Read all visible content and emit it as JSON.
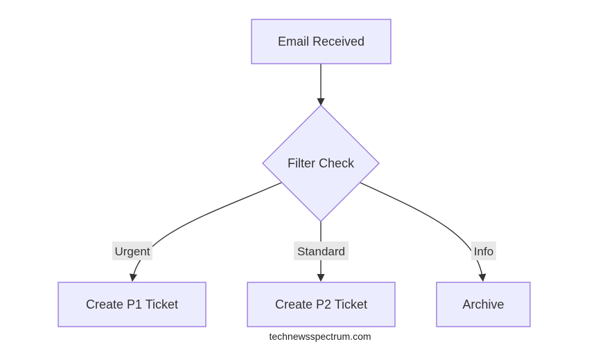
{
  "nodes": {
    "email_received": "Email Received",
    "filter_check": "Filter Check",
    "create_p1": "Create P1 Ticket",
    "create_p2": "Create P2 Ticket",
    "archive": "Archive"
  },
  "edges": {
    "urgent": "Urgent",
    "standard": "Standard",
    "info": "Info"
  },
  "footer": "technewsspectrum.com",
  "colors": {
    "node_fill": "#ececff",
    "node_stroke": "#9370db",
    "edge": "#333333",
    "label_bg": "#e8e8e8"
  }
}
